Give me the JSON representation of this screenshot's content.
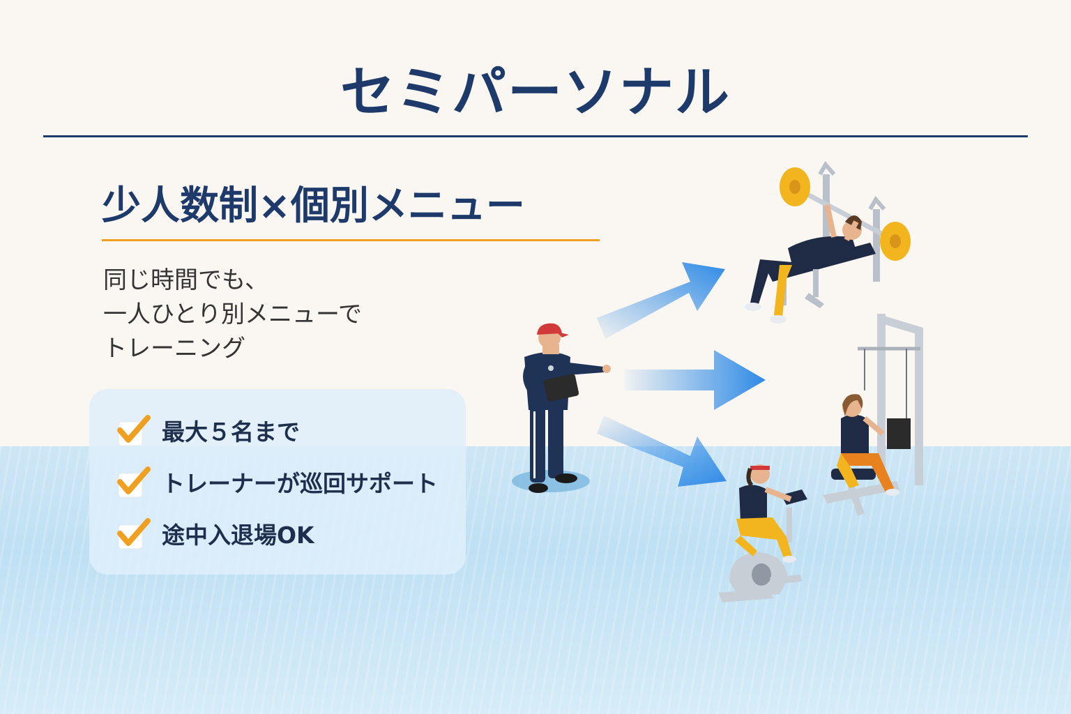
{
  "title": "セミパーソナル",
  "subtitle": "少人数制×個別メニュー",
  "description": [
    "同じ時間でも、",
    "一人ひとり別メニューで",
    "トレーニング"
  ],
  "checklist": [
    "最大５名まで",
    "トレーナーが巡回サポート",
    "途中入退場OK"
  ],
  "colors": {
    "navy": "#1d3a6b",
    "accent_orange": "#f0a020",
    "arrow_blue": "#2f8ae6",
    "floor_blue": "#cde6f5"
  },
  "icons": [
    "check-icon",
    "arrow-icon",
    "trainer-icon",
    "bench-press-icon",
    "lat-pulldown-icon",
    "exercise-bike-icon"
  ]
}
